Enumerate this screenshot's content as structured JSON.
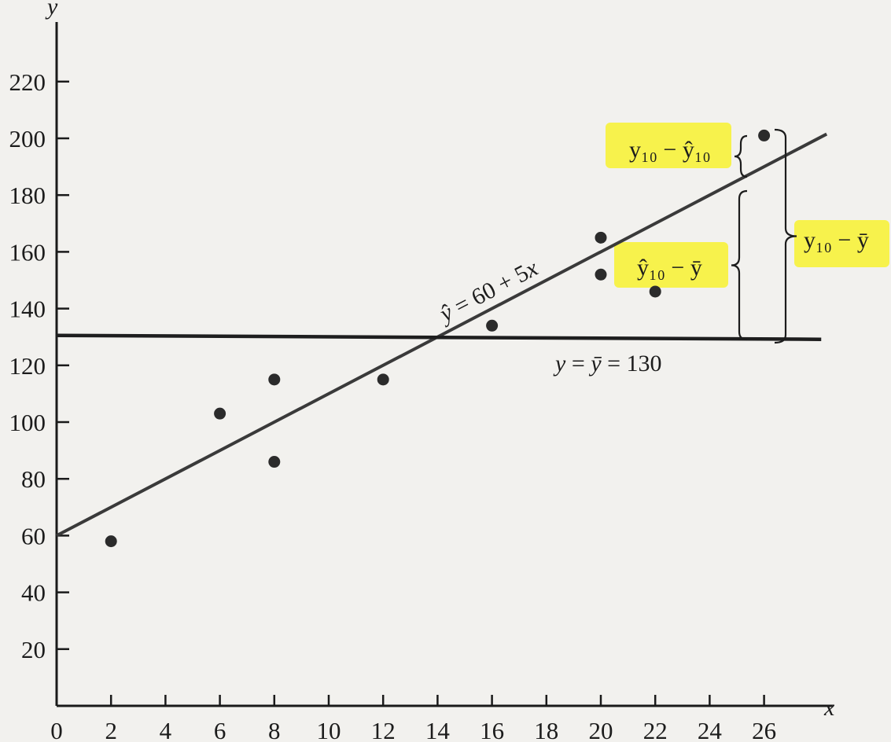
{
  "chart_data": {
    "type": "scatter",
    "xlabel": "x",
    "ylabel": "y",
    "xlim": [
      0,
      28
    ],
    "ylim": [
      0,
      230
    ],
    "x_ticks": [
      "0",
      "2",
      "4",
      "6",
      "8",
      "10",
      "12",
      "14",
      "16",
      "18",
      "20",
      "22",
      "24",
      "26"
    ],
    "y_ticks": [
      "20",
      "40",
      "60",
      "80",
      "100",
      "120",
      "140",
      "160",
      "180",
      "200",
      "220"
    ],
    "grid": false,
    "series": [
      {
        "points": [
          {
            "x": 2,
            "y": 58
          },
          {
            "x": 6,
            "y": 103
          },
          {
            "x": 8,
            "y": 115
          },
          {
            "x": 8,
            "y": 86
          },
          {
            "x": 12,
            "y": 115
          },
          {
            "x": 16,
            "y": 134
          },
          {
            "x": 20,
            "y": 165
          },
          {
            "x": 20,
            "y": 152
          },
          {
            "x": 22,
            "y": 146
          },
          {
            "x": 26,
            "y": 201
          }
        ]
      }
    ],
    "lines": [
      {
        "kind": "regression",
        "intercept": 60,
        "slope": 5,
        "x_range": [
          0,
          28
        ],
        "label": "ŷ = 60 + 5x"
      },
      {
        "kind": "mean",
        "y": 130,
        "x_range": [
          0,
          28
        ],
        "label": "y = ȳ = 130"
      }
    ],
    "annotations": [
      {
        "text": "y₁₀ − ŷ₁₀",
        "highlight": "#f7f23a"
      },
      {
        "text": "ŷ₁₀ − ȳ",
        "highlight": "#f7f23a"
      },
      {
        "text": "y₁₀ − ȳ",
        "highlight": "#f7f23a"
      }
    ],
    "colors": {
      "marker": "#2b2b2b",
      "line": "#3a3a3a",
      "highlight": "#f7f23a"
    }
  }
}
